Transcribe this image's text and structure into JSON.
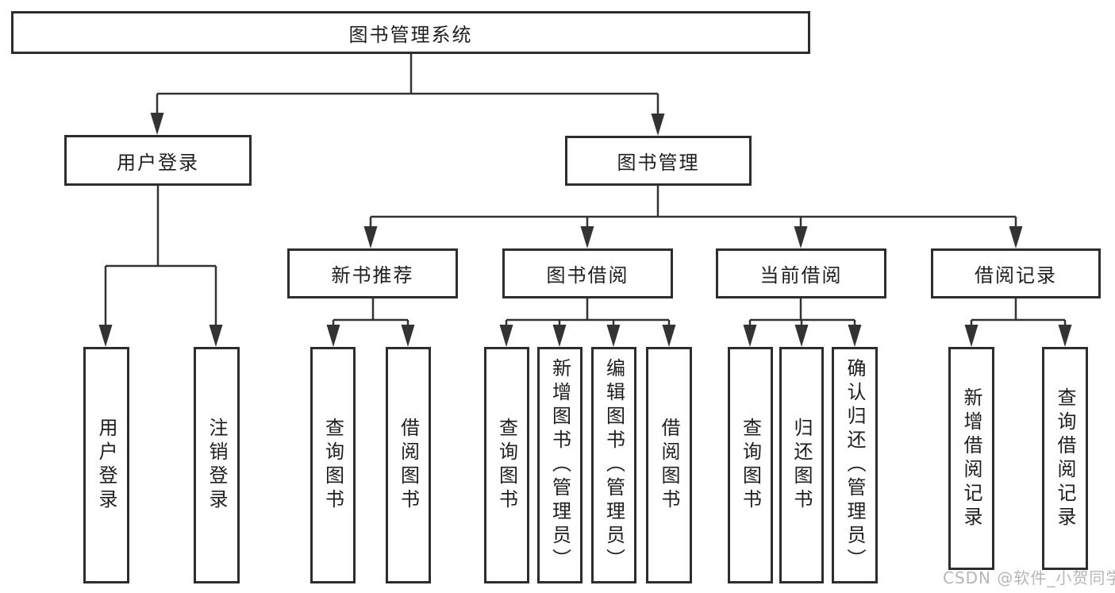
{
  "nodes": {
    "root": "图书管理系统",
    "l2": [
      "用户登录",
      "图书管理"
    ],
    "l3": [
      "新书推荐",
      "图书借阅",
      "当前借阅",
      "借阅记录"
    ],
    "leaves": [
      "用户登录",
      "注销登录",
      "查询图书",
      "借阅图书",
      "查询图书",
      "新增图书（管理员）",
      "编辑图书（管理员）",
      "借阅图书",
      "查询图书",
      "归还图书",
      "确认归还（管理员）",
      "新增借阅记录",
      "查询借阅记录"
    ]
  },
  "colors": {
    "background": "#ffffff",
    "line": "#333333",
    "box_border": "#2d2d2d",
    "text": "#1e1e1e",
    "watermark": "#b6b6b6"
  },
  "watermark": "CSDN @软件_小贺同学"
}
